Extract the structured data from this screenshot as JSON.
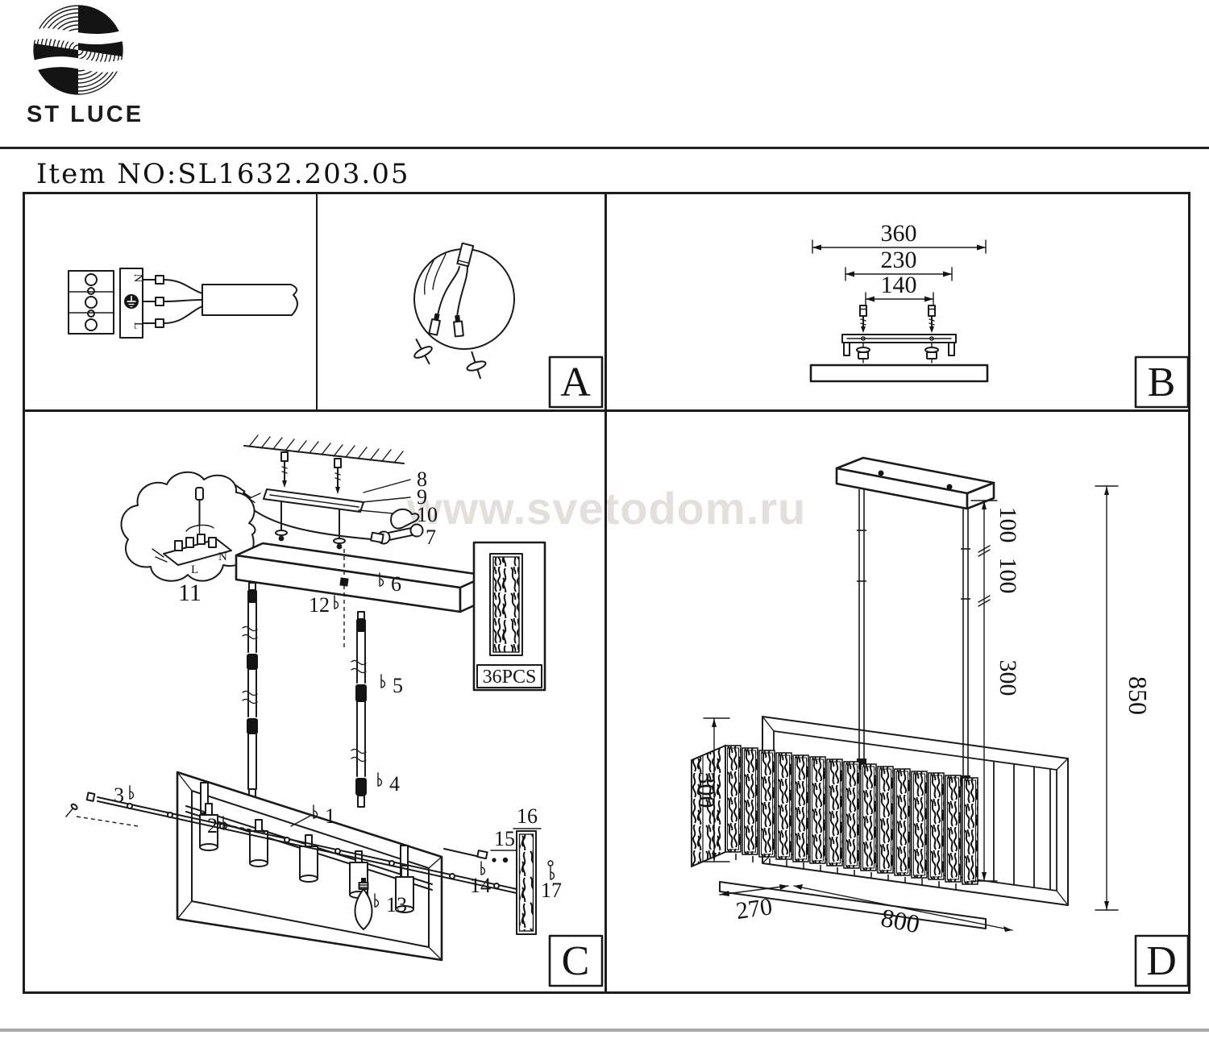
{
  "brand": {
    "name": "ST LUCE"
  },
  "header": {
    "item_no": "Item NO:SL1632.203.05"
  },
  "watermark": {
    "text": "www.svetodom.ru"
  },
  "colors": {
    "line": "#1a1a1a",
    "watermark": "#e3dfda"
  },
  "panels": {
    "a": "A",
    "b": "B",
    "c": "C",
    "d": "D"
  },
  "panel_a": {
    "terminal": {
      "n": "N",
      "l": "L"
    }
  },
  "panel_b": {
    "dims": {
      "outer": "360",
      "middle": "230",
      "inner": "140"
    }
  },
  "panel_c": {
    "pcs_label": "36PCS",
    "terminal": {
      "n": "N",
      "l": "L"
    },
    "parts": {
      "p1": "1",
      "p2": "2",
      "p3": "3",
      "p4": "4",
      "p5": "5",
      "p6": "6",
      "p7": "7",
      "p8": "8",
      "p9": "9",
      "p10": "10",
      "p11": "11",
      "p12": "12",
      "p13": "13",
      "p14": "14",
      "p15": "15",
      "p16": "16",
      "p17": "17"
    }
  },
  "panel_d": {
    "dims": {
      "seg1": "100",
      "seg2": "100",
      "seg3": "300",
      "total_height": "850",
      "body_height": "300",
      "depth": "270",
      "width": "800"
    }
  }
}
